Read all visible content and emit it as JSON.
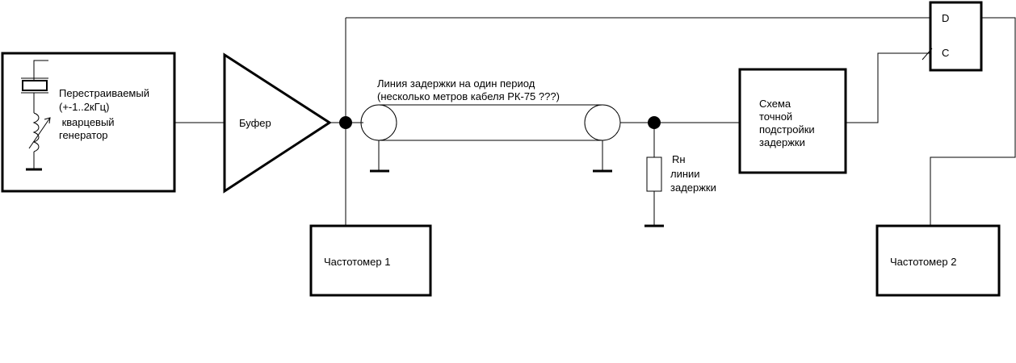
{
  "generator": {
    "line1": "Перестраиваемый",
    "line2": "(+-1..2кГц)",
    "line3": " кварцевый",
    "line4": "генератор"
  },
  "buffer": {
    "label": "Буфер"
  },
  "delay_line": {
    "line1": "Линия задержки на один период",
    "line2": "(несколько метров кабеля РК-75 ???)"
  },
  "load_resistor": {
    "line1": "Rн",
    "line2": "линии",
    "line3": "задержки"
  },
  "fine_tuning": {
    "line1": "Схема",
    "line2": "точной",
    "line3": "подстройки",
    "line4": "задержки"
  },
  "flipflop": {
    "d_label": "D",
    "c_label": "C"
  },
  "counter1": {
    "label": "Частотомер 1"
  },
  "counter2": {
    "label": "Частотомер 2"
  }
}
